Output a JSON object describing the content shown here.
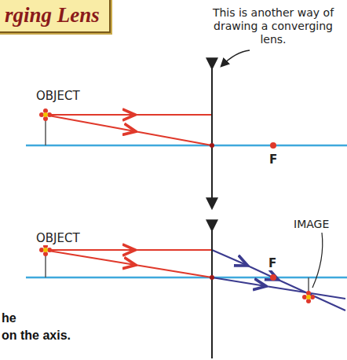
{
  "diagram": {
    "title": "rging Lens",
    "nodes": [
      {
        "text": [
          "rging Lens"
        ]
      }
    ],
    "labels": [
      "This is another way of drawing a converging lens.",
      "OBJECT",
      "F",
      "OBJECT",
      "F",
      "IMAGE",
      "he",
      "on the axis."
    ]
  }
}
